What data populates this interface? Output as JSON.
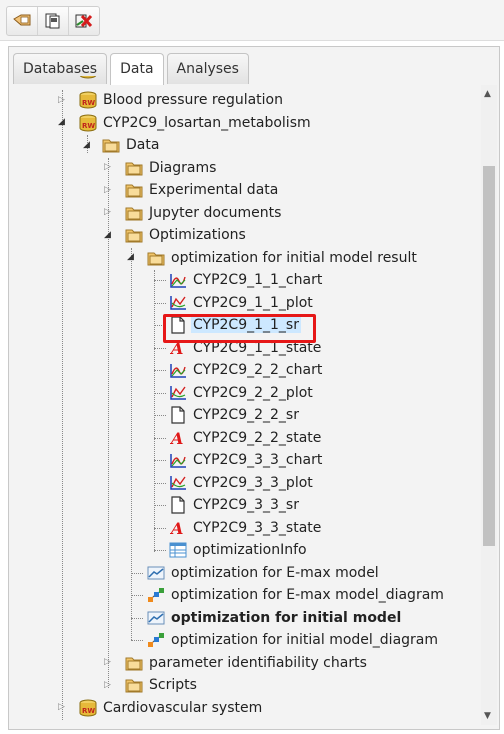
{
  "toolbar": {
    "buttons": [
      "open-icon",
      "export-icon",
      "delete-icon"
    ]
  },
  "tabs": [
    {
      "label": "Databases"
    },
    {
      "label": "Data"
    },
    {
      "label": "Analyses"
    }
  ],
  "tree": {
    "blood_pressure": "Blood pressure regulation",
    "cyp": "CYP2C9_losartan_metabolism",
    "data": "Data",
    "diagrams": "Diagrams",
    "experimental": "Experimental data",
    "jupyter": "Jupyter documents",
    "optimizations": "Optimizations",
    "opt_result": "optimization for initial model result",
    "items": [
      "CYP2C9_1_1_chart",
      "CYP2C9_1_1_plot",
      "CYP2C9_1_1_sr",
      "CYP2C9_1_1_state",
      "CYP2C9_2_2_chart",
      "CYP2C9_2_2_plot",
      "CYP2C9_2_2_sr",
      "CYP2C9_2_2_state",
      "CYP2C9_3_3_chart",
      "CYP2C9_3_3_plot",
      "CYP2C9_3_3_sr",
      "CYP2C9_3_3_state",
      "optimizationInfo"
    ],
    "opt_emax": "optimization for E-max model",
    "opt_emax_diag": "optimization for E-max model_diagram",
    "opt_initial": "optimization for initial model",
    "opt_initial_diag": "optimization for initial model_diagram",
    "param_ident": "parameter identifiability charts",
    "scripts": "Scripts",
    "cardio": "Cardiovascular system"
  },
  "selected": "CYP2C9_1_1_sr"
}
